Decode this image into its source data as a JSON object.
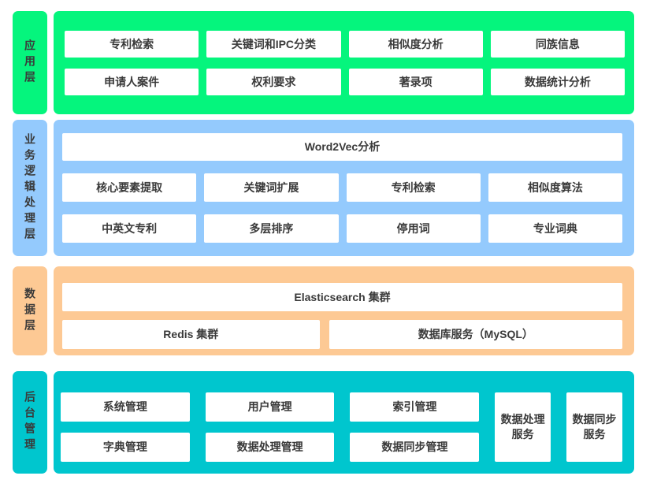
{
  "colors": {
    "application": "#05F57D",
    "business": "#94CAFD",
    "data": "#FDC994",
    "admin": "#00C6CE",
    "box_background": "#FFFFFF",
    "text": "#3A3A3A"
  },
  "layers": {
    "application": {
      "label": "应用层",
      "rows": [
        [
          "专利检索",
          "关键词和IPC分类",
          "相似度分析",
          "同族信息"
        ],
        [
          "申请人案件",
          "权利要求",
          "著录项",
          "数据统计分析"
        ]
      ]
    },
    "business": {
      "label": "业务逻辑处理层",
      "full_width": "Word2Vec分析",
      "rows": [
        [
          "核心要素提取",
          "关键词扩展",
          "专利检索",
          "相似度算法"
        ],
        [
          "中英文专利",
          "多层排序",
          "停用词",
          "专业词典"
        ]
      ]
    },
    "data": {
      "label": "数据层",
      "full_width": "Elasticsearch 集群",
      "rows": [
        [
          "Redis 集群",
          "数据库服务（MySQL）"
        ]
      ]
    },
    "admin": {
      "label": "后台管理",
      "rows": [
        [
          "系统管理",
          "用户管理",
          "索引管理"
        ],
        [
          "字典管理",
          "数据处理管理",
          "数据同步管理"
        ]
      ],
      "tall_boxes": [
        "数据处理服务",
        "数据同步服务"
      ]
    }
  }
}
